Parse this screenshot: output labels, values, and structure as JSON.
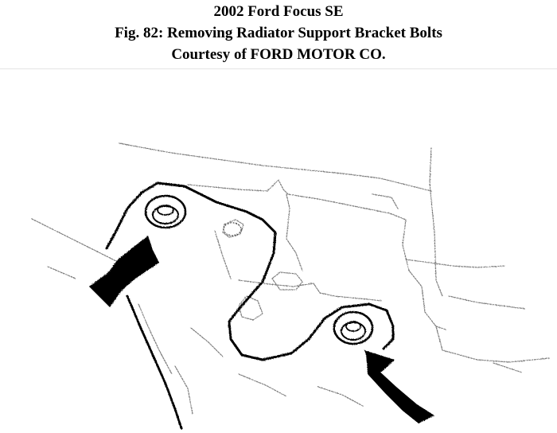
{
  "header": {
    "vehicle": "2002 Ford Focus SE",
    "figure_caption": "Fig. 82: Removing Radiator Support Bracket Bolts",
    "credit": "Courtesy of FORD MOTOR CO."
  },
  "figure": {
    "arrow_count": 2,
    "bolt_count": 2,
    "colors": {
      "ink": "#000000",
      "sketch": "#7a7a7a",
      "background": "#ffffff"
    }
  }
}
